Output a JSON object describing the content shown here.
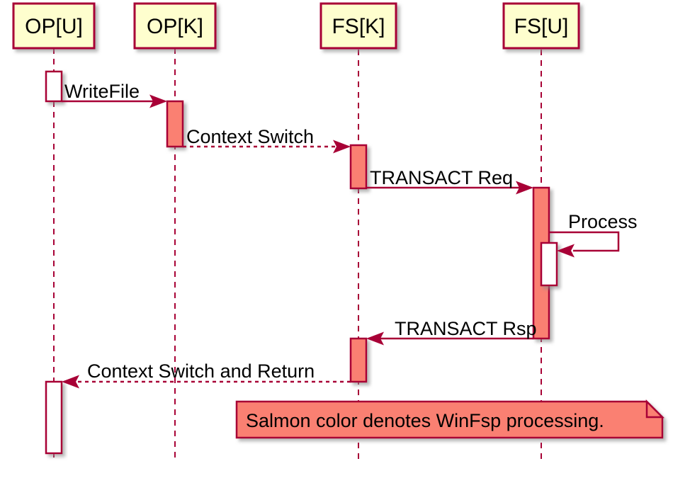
{
  "diagram": {
    "type": "uml-sequence",
    "colors": {
      "border": "#A80036",
      "participant_fill": "#FEFECE",
      "salmon": "#FA8072",
      "white": "#FFFFFF",
      "text": "#000000",
      "background": "#FFFFFF"
    },
    "participants": [
      {
        "label": "OP[U]"
      },
      {
        "label": "OP[K]"
      },
      {
        "label": "FS[K]"
      },
      {
        "label": "FS[U]"
      }
    ],
    "messages": [
      {
        "label": "WriteFile",
        "from": "OP[U]",
        "to": "OP[K]",
        "line": "solid"
      },
      {
        "label": "Context Switch",
        "from": "OP[K]",
        "to": "FS[K]",
        "line": "dashed"
      },
      {
        "label": "TRANSACT Req",
        "from": "FS[K]",
        "to": "FS[U]",
        "line": "solid"
      },
      {
        "label": "Process",
        "from": "FS[U]",
        "to": "FS[U]",
        "line": "solid"
      },
      {
        "label": "TRANSACT Rsp",
        "from": "FS[U]",
        "to": "FS[K]",
        "line": "solid"
      },
      {
        "label": "Context Switch and Return",
        "from": "FS[K]",
        "to": "OP[U]",
        "line": "dashed"
      }
    ],
    "activations": [
      {
        "participant": "OP[U]",
        "fill": "white"
      },
      {
        "participant": "OP[K]",
        "fill": "salmon"
      },
      {
        "participant": "FS[K]",
        "fill": "salmon"
      },
      {
        "participant": "FS[U]",
        "fill": "salmon"
      },
      {
        "participant": "FS[U]",
        "fill": "white",
        "nested": true
      },
      {
        "participant": "FS[K]",
        "fill": "salmon"
      },
      {
        "participant": "OP[U]",
        "fill": "white"
      }
    ],
    "note": {
      "text": "Salmon color denotes WinFsp processing."
    }
  }
}
